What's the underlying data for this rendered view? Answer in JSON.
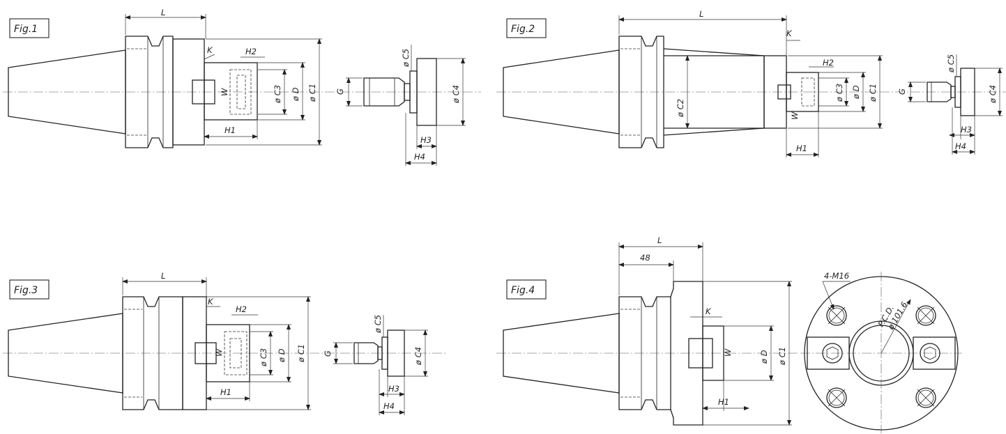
{
  "figures": {
    "fig1": {
      "title": "Fig.1",
      "labels": {
        "L": "L",
        "K": "K",
        "H2": "H2",
        "W": "W",
        "C3": "ø C3",
        "D": "ø D",
        "C1": "ø C1",
        "H1": "H1",
        "G": "G",
        "C5": "ø C5",
        "C4": "ø C4",
        "H3": "H3",
        "H4": "H4"
      }
    },
    "fig2": {
      "title": "Fig.2",
      "labels": {
        "L": "L",
        "K": "K",
        "H2": "H2",
        "C2": "ø C2",
        "C3": "ø C3",
        "D": "ø D",
        "C1": "ø C1",
        "W": "W",
        "H1": "H1",
        "G": "G",
        "C5": "ø C5",
        "C4": "ø C4",
        "H3": "H3",
        "H4": "H4"
      }
    },
    "fig3": {
      "title": "Fig.3",
      "labels": {
        "L": "L",
        "K": "K",
        "H2": "H2",
        "W": "W",
        "C3": "ø C3",
        "D": "ø D",
        "C1": "ø C1",
        "H1": "H1",
        "G": "G",
        "C5": "ø C5",
        "C4": "ø C4",
        "H3": "H3",
        "H4": "H4"
      }
    },
    "fig4": {
      "title": "Fig.4",
      "labels": {
        "L": "L",
        "dim48": "48",
        "K": "K",
        "W": "W",
        "D": "ø D",
        "C1": "ø C1",
        "H1": "H1",
        "M16": "4-M16",
        "PCD": "P.C.D.",
        "PCDval": "ø 101.6"
      }
    }
  }
}
